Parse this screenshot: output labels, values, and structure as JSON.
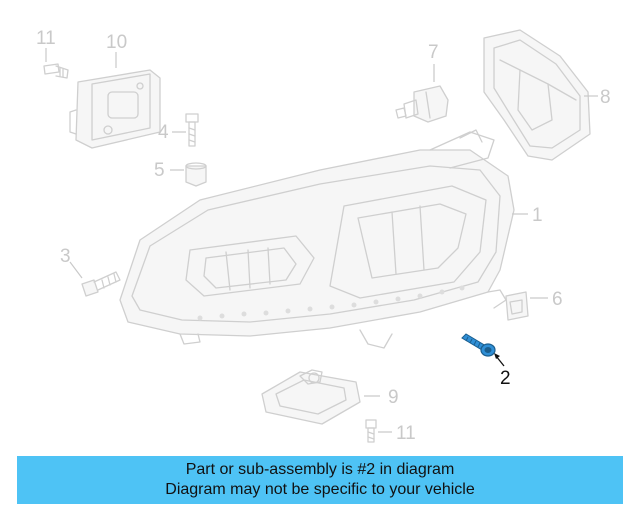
{
  "diagram": {
    "callouts": {
      "c1": "1",
      "c2": "2",
      "c3": "3",
      "c4": "4",
      "c5": "5",
      "c6": "6",
      "c7": "7",
      "c8": "8",
      "c9": "9",
      "c10": "10",
      "c11a": "11",
      "c11b": "11"
    },
    "highlighted_part": "2",
    "colors": {
      "highlight": "#2f8fd6",
      "banner": "#4ec3f5",
      "faded": "#cfcfcf"
    }
  },
  "banner": {
    "line1": "Part or sub-assembly is #2 in diagram",
    "line2": "Diagram may not be specific to your vehicle"
  }
}
